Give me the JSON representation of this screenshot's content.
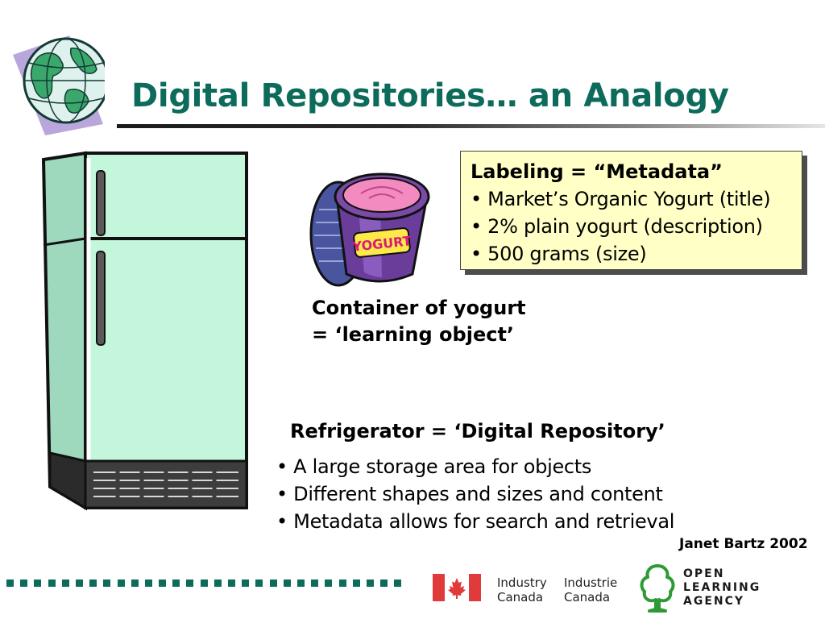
{
  "slide": {
    "title": "Digital Repositories… an Analogy"
  },
  "metadata_box": {
    "heading": "Labeling = “Metadata”",
    "items": [
      "• Market’s Organic Yogurt (title)",
      "• 2% plain yogurt (description)",
      "• 500 grams (size)"
    ]
  },
  "yogurt": {
    "cup_label": "YOGURT",
    "caption_line1": "Container of yogurt",
    "caption_line2": "= ‘learning object’"
  },
  "repository": {
    "heading": "Refrigerator = ‘Digital Repository’",
    "items": [
      "• A large storage area for objects",
      "• Different shapes and sizes and content",
      "• Metadata allows for search and retrieval"
    ]
  },
  "footer": {
    "author": "Janet Bartz 2002",
    "industry_en_line1": "Industry",
    "industry_en_line2": "Canada",
    "industry_fr_line1": "Industrie",
    "industry_fr_line2": "Canada",
    "ola_line1": "OPEN",
    "ola_line2": "LEARNING",
    "ola_line3": "AGENCY"
  },
  "colors": {
    "title": "#0d6b5c",
    "fridge_body": "#c3f6db",
    "metadata_box": "#ffffc6",
    "flag_red": "#e03a3a",
    "ola_green": "#2f9a35"
  },
  "icons": [
    "globe-icon",
    "refrigerator-icon",
    "yogurt-cup-icon",
    "canada-flag-icon",
    "tree-icon"
  ]
}
